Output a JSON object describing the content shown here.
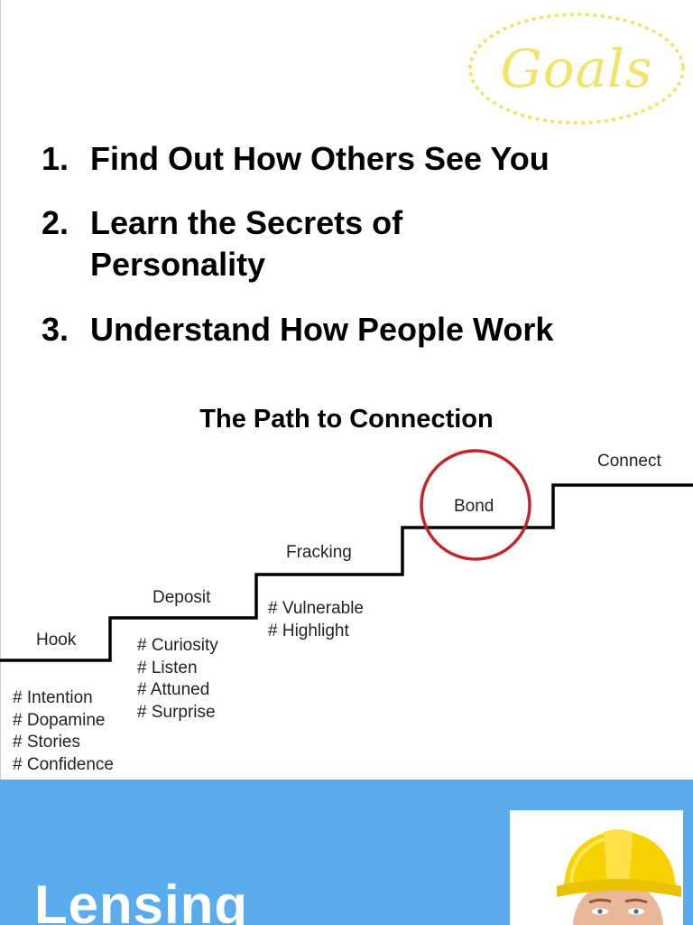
{
  "badge": {
    "label": "Goals",
    "color": "#f1e46c"
  },
  "goals": [
    {
      "number": "1.",
      "lines": [
        "Find Out How Others See You"
      ]
    },
    {
      "number": "2.",
      "lines": [
        "Learn the Secrets of",
        "Personality"
      ]
    },
    {
      "number": "3.",
      "lines": [
        "Understand How People Work"
      ]
    }
  ],
  "path": {
    "title": "The Path to Connection",
    "steps": [
      {
        "label": "Hook",
        "tags": [
          "# Intention",
          "# Dopamine",
          "# Stories",
          "# Confidence"
        ]
      },
      {
        "label": "Deposit",
        "tags": [
          "# Curiosity",
          "# Listen",
          "# Attuned",
          "# Surprise"
        ]
      },
      {
        "label": "Fracking",
        "tags": [
          "# Vulnerable",
          "# Highlight"
        ]
      },
      {
        "label": "Bond",
        "tags": []
      },
      {
        "label": "Connect",
        "tags": []
      }
    ],
    "highlighted_step": "Bond",
    "highlight_color": "#c0262d"
  },
  "banner": {
    "title": "Lensing",
    "color": "#5aacec"
  },
  "photo": {
    "description": "man-in-yellow-hard-hat"
  }
}
